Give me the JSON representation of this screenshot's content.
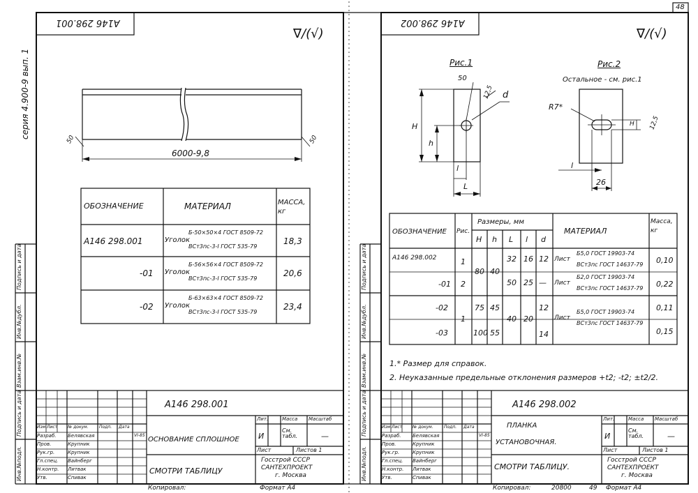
{
  "page_number": "48",
  "series": {
    "label": "серия 4.900-9 вып. 1"
  },
  "side_stamps": [
    "Инв.№подл.",
    "Подпись и дата",
    "Взам.инв.№",
    "Инв.№дубл.",
    "Подпись и дата"
  ],
  "left": {
    "top_code": "А146 298.001",
    "roughness": "∇/(√)",
    "dimension": "6000-9,8",
    "weld": "50",
    "table": {
      "headers": [
        "ОБОЗНАЧЕНИЕ",
        "МАТЕРИАЛ",
        "МАССА, кг"
      ],
      "rows": [
        {
          "code": "А146 298.001",
          "mat_name": "Уголок",
          "mat_top": "Б-50×50×4 ГОСТ 8509-72",
          "mat_bot": "ВСт3пс-3-I ГОСТ 535-79",
          "mass": "18,3"
        },
        {
          "code": "-01",
          "mat_name": "Уголок",
          "mat_top": "Б-56×56×4 ГОСТ 8509-72",
          "mat_bot": "ВСт3пс-3-I ГОСТ 535-79",
          "mass": "20,6"
        },
        {
          "code": "-02",
          "mat_name": "Уголок",
          "mat_top": "Б-63×63×4 ГОСТ 8509-72",
          "mat_bot": "ВСт3пс-3-I ГОСТ 535-79",
          "mass": "23,4"
        }
      ]
    },
    "stamp": {
      "code": "А146 298.001",
      "name": "ОСНОВАНИЕ СПЛОШНОЕ",
      "material": "СМОТРИ ТАБЛИЦУ",
      "col_headers": [
        "Лит.",
        "Масса",
        "Масштаб"
      ],
      "lit": "И",
      "mass": "См. табл.",
      "scale": "—",
      "sheet": "Лист",
      "sheets": "Листов 1",
      "org": [
        "Госстрой СССР",
        "САНТЕХПРОЕКТ",
        "г. Москва"
      ],
      "row_labels": [
        "Изм",
        "Лист",
        "№ докум.",
        "Подп.",
        "Дата"
      ],
      "people": [
        {
          "role": "Разраб.",
          "name": "Белявская",
          "date": "VI-85"
        },
        {
          "role": "Пров.",
          "name": "Крупник"
        },
        {
          "role": "Рук.гр.",
          "name": "Крупник"
        },
        {
          "role": "Гл.спец.",
          "name": "Вайнберг"
        },
        {
          "role": "Н.контр.",
          "name": "Литвак"
        },
        {
          "role": "Утв.",
          "name": "Спивак"
        }
      ],
      "copied": "Копировал:",
      "format": "Формат А4"
    }
  },
  "right": {
    "top_code": "А146 298.002",
    "roughness": "∇/(√)",
    "fig1": {
      "title": "Рис.1",
      "labels": [
        "50",
        "12,5",
        "d",
        "H",
        "h",
        "l",
        "L"
      ]
    },
    "fig2": {
      "title": "Рис.2",
      "note": "Остальное - см. рис.1",
      "labels": [
        "R7*",
        "12,5",
        "H",
        "l",
        "26"
      ]
    },
    "table": {
      "headers": [
        "ОБОЗНАЧЕНИЕ",
        "Рис.",
        "Размеры, мм",
        "МАТЕРИАЛ",
        "Масса, кг"
      ],
      "subheaders": [
        "H",
        "h",
        "L",
        "l",
        "d"
      ],
      "rows": [
        {
          "code": "А146 298.002",
          "fig": "1",
          "H": "80",
          "h": "40",
          "L": "32",
          "l": "16",
          "d": "12",
          "mat_name": "Лист",
          "mat_top": "Б5,0 ГОСТ 19903-74",
          "mat_bot": "ВСт3пс ГОСТ 14637-79",
          "mass": "0,10"
        },
        {
          "code": "-01",
          "fig": "2",
          "H": "",
          "h": "",
          "L": "50",
          "l": "25",
          "d": "—",
          "mat_name": "Лист",
          "mat_top": "Б2,0 ГОСТ 19903-74",
          "mat_bot": "ВСт3пс ГОСТ 14637-79",
          "mass": "0,22"
        },
        {
          "code": "-02",
          "fig": "1",
          "H": "75",
          "h": "45",
          "L": "40",
          "l": "20",
          "d": "12",
          "mat_name": "Лист",
          "mat_top": "Б5,0 ГОСТ 19903-74",
          "mat_bot": "ВСт3пс ГОСТ 14637-79",
          "mass": "0,11"
        },
        {
          "code": "-03",
          "fig": "",
          "H": "100",
          "h": "55",
          "L": "",
          "l": "",
          "d": "14",
          "mat_name": "",
          "mat_top": "",
          "mat_bot": "",
          "mass": "0,15"
        }
      ]
    },
    "notes": [
      "1.* Размер для справок.",
      "2. Неуказанные предельные отклонения размеров +t2; -t2; ±t2/2."
    ],
    "stamp": {
      "code": "А146 298.002",
      "name1": "ПЛАНКА",
      "name2": "УСТАНОВОЧНАЯ.",
      "material": "СМОТРИ ТАБЛИЦУ.",
      "col_headers": [
        "Лит.",
        "Масса",
        "Масштаб"
      ],
      "lit": "И",
      "mass": "См. табл.",
      "scale": "—",
      "sheet": "Лист",
      "sheets": "Листов 1",
      "org": [
        "Госстрой СССР",
        "САНТЕХПРОЕКТ",
        "г. Москва"
      ],
      "row_labels": [
        "Изм",
        "Лист",
        "№ докум.",
        "Подп.",
        "Дата"
      ],
      "people": [
        {
          "role": "Разраб.",
          "name": "Белявская",
          "date": "VI-85"
        },
        {
          "role": "Пров.",
          "name": "Крупник"
        },
        {
          "role": "Рук.гр.",
          "name": "Крупник"
        },
        {
          "role": "Гл.спец.",
          "name": "Вайнберг"
        },
        {
          "role": "Н.контр.",
          "name": "Литвак"
        },
        {
          "role": "Утв.",
          "name": "Спивак"
        }
      ],
      "copied": "Копировал:",
      "number": "20800",
      "page": "49",
      "format": "Формат А4"
    }
  }
}
